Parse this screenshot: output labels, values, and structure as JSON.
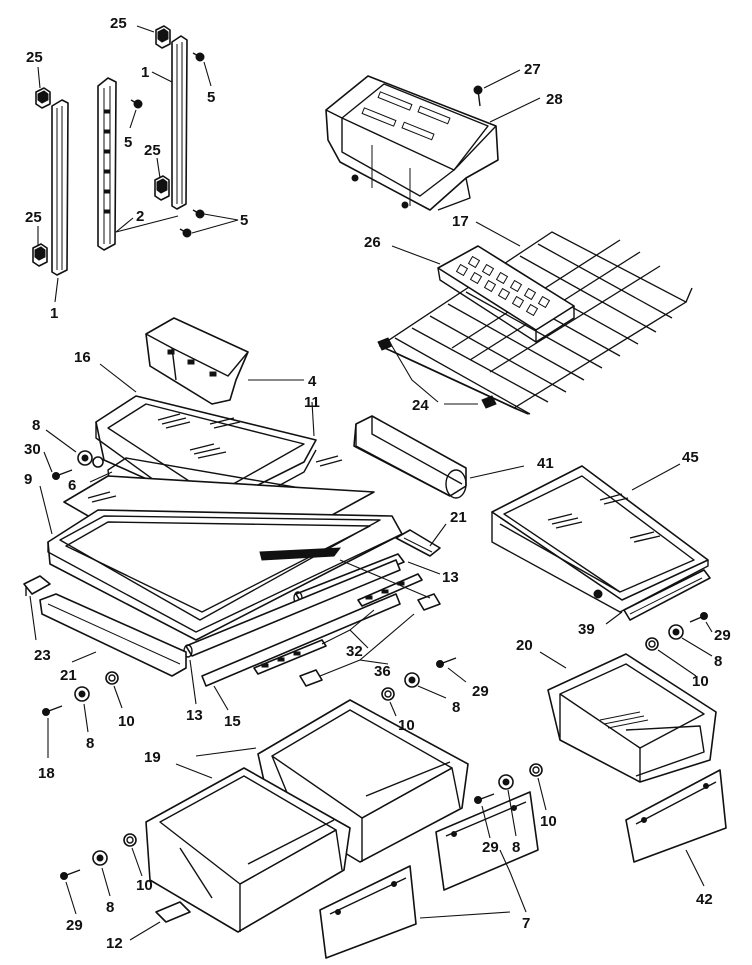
{
  "labels": [
    {
      "id": "l25a",
      "text": "25"
    },
    {
      "id": "l25b",
      "text": "25"
    },
    {
      "id": "l25c",
      "text": "25"
    },
    {
      "id": "l25d",
      "text": "25"
    },
    {
      "id": "l1a",
      "text": "1"
    },
    {
      "id": "l1b",
      "text": "1"
    },
    {
      "id": "l5a",
      "text": "5"
    },
    {
      "id": "l5b",
      "text": "5"
    },
    {
      "id": "l5c",
      "text": "5"
    },
    {
      "id": "l2",
      "text": "2"
    },
    {
      "id": "l27",
      "text": "27"
    },
    {
      "id": "l28",
      "text": "28"
    },
    {
      "id": "l17",
      "text": "17"
    },
    {
      "id": "l26",
      "text": "26"
    },
    {
      "id": "l24",
      "text": "24"
    },
    {
      "id": "l16",
      "text": "16"
    },
    {
      "id": "l4",
      "text": "4"
    },
    {
      "id": "l11",
      "text": "11"
    },
    {
      "id": "l8a",
      "text": "8"
    },
    {
      "id": "l30",
      "text": "30"
    },
    {
      "id": "l6",
      "text": "6"
    },
    {
      "id": "l9",
      "text": "9"
    },
    {
      "id": "l41",
      "text": "41"
    },
    {
      "id": "l45",
      "text": "45"
    },
    {
      "id": "l21a",
      "text": "21"
    },
    {
      "id": "l13a",
      "text": "13"
    },
    {
      "id": "l23",
      "text": "23"
    },
    {
      "id": "l21b",
      "text": "21"
    },
    {
      "id": "l32",
      "text": "32"
    },
    {
      "id": "l36",
      "text": "36"
    },
    {
      "id": "l39",
      "text": "39"
    },
    {
      "id": "l29a",
      "text": "29"
    },
    {
      "id": "l20",
      "text": "20"
    },
    {
      "id": "l8b",
      "text": "8"
    },
    {
      "id": "l10a",
      "text": "10"
    },
    {
      "id": "l13b",
      "text": "13"
    },
    {
      "id": "l15",
      "text": "15"
    },
    {
      "id": "l10b",
      "text": "10"
    },
    {
      "id": "l8c",
      "text": "8"
    },
    {
      "id": "l18",
      "text": "18"
    },
    {
      "id": "l29b",
      "text": "29"
    },
    {
      "id": "l8d",
      "text": "8"
    },
    {
      "id": "l10c",
      "text": "10"
    },
    {
      "id": "l19",
      "text": "19"
    },
    {
      "id": "l29c",
      "text": "29"
    },
    {
      "id": "l8e",
      "text": "8"
    },
    {
      "id": "l10d",
      "text": "10"
    },
    {
      "id": "l10e",
      "text": "10"
    },
    {
      "id": "l29d",
      "text": "29"
    },
    {
      "id": "l8f",
      "text": "8"
    },
    {
      "id": "l7",
      "text": "7"
    },
    {
      "id": "l42",
      "text": "42"
    },
    {
      "id": "l12",
      "text": "12"
    }
  ]
}
